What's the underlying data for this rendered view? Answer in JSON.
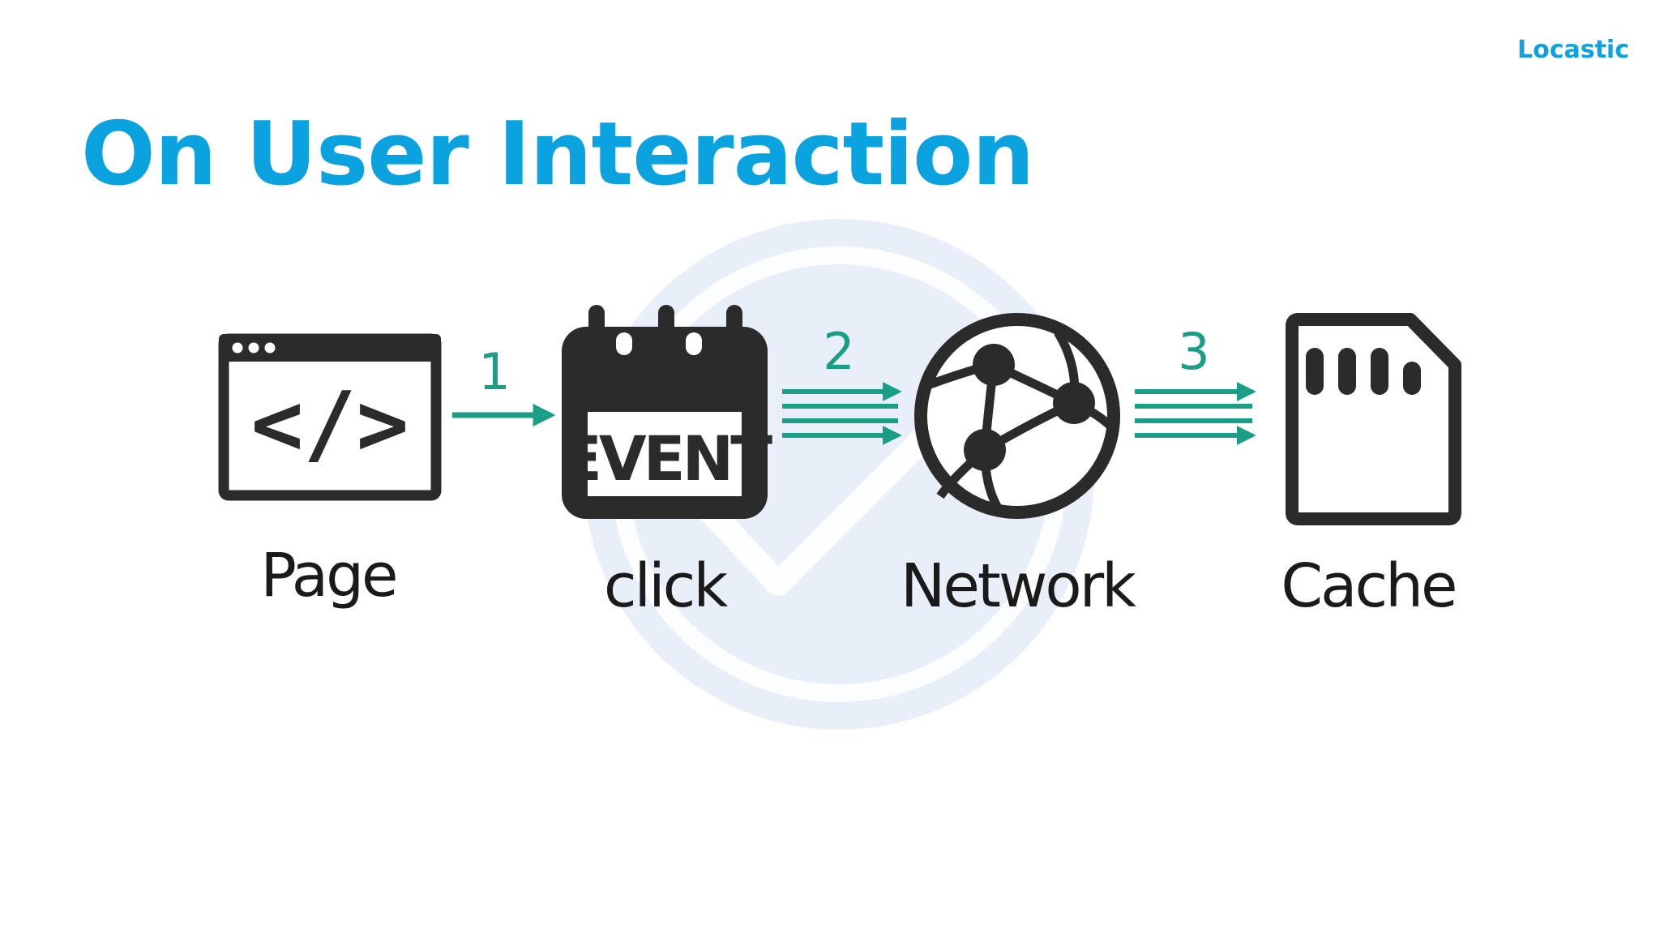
{
  "brand": "Locastic",
  "title": "On User Interaction",
  "colors": {
    "accent": "#0aa2df",
    "arrow": "#1a9e86",
    "ink": "#2b2b2b",
    "watermark": "#e9eff9"
  },
  "watermark_icon": "check-circle-icon",
  "nodes": [
    {
      "id": "page",
      "label": "Page",
      "icon": "browser-code-icon",
      "inner_text": "</>"
    },
    {
      "id": "click",
      "label": "click",
      "icon": "calendar-event-icon",
      "inner_text": "EVENT"
    },
    {
      "id": "network",
      "label": "Network",
      "icon": "globe-network-icon"
    },
    {
      "id": "cache",
      "label": "Cache",
      "icon": "sd-card-icon"
    }
  ],
  "edges": [
    {
      "from": "page",
      "to": "click",
      "label": "1",
      "style": "single-arrow"
    },
    {
      "from": "click",
      "to": "network",
      "label": "2",
      "style": "quad-arrow"
    },
    {
      "from": "network",
      "to": "cache",
      "label": "3",
      "style": "quad-arrow"
    }
  ]
}
